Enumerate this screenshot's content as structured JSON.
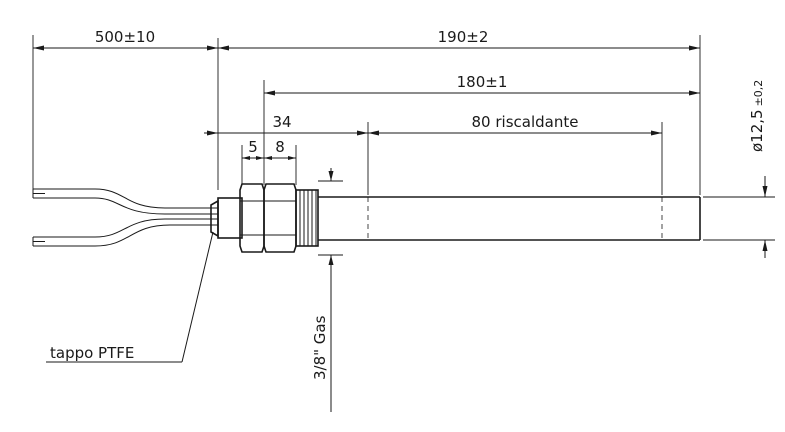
{
  "dimensions": {
    "cable_length": "500±10",
    "total_length": "190±2",
    "tube_length": "180±1",
    "fitting_length": "34",
    "nut_width": "5",
    "hex_width": "8",
    "heating_length": "80 riscaldante",
    "diameter": "ø12,5",
    "diameter_tolerance": "±0,2"
  },
  "labels": {
    "thread": "3/8\" Gas",
    "cap": "tappo PTFE"
  }
}
